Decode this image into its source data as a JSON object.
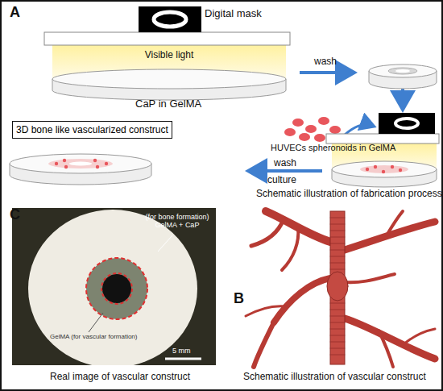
{
  "diagram": {
    "nodes": [
      {
        "text": [
          "3D bone like vascularized construct"
        ]
      }
    ],
    "labels": [
      "A",
      "Digital mask",
      "Visible light",
      "CaP in GelMA",
      "wash",
      "HUVECs spheronoids in GelMA",
      "wash",
      "culture",
      "Schematic illustration of fabrication process",
      "C",
      "(for bone formation) GelMA + CaP",
      "GelMA (for vascular formation)",
      "5 mm",
      "Real image of vascular construct",
      "B",
      "Schematic illustration of vascular construct"
    ]
  }
}
